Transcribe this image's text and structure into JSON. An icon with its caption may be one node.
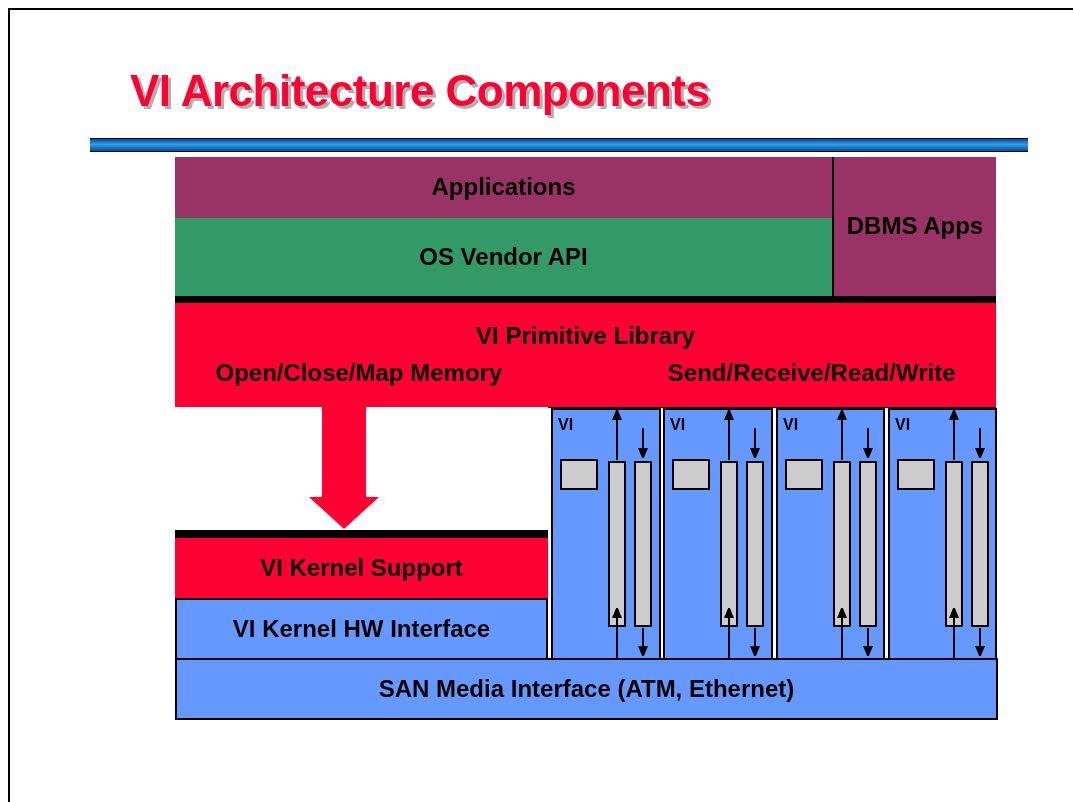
{
  "diagram": {
    "title": "VI Architecture Components",
    "nodes": [
      {
        "text": [],
        "shape": "bar"
      },
      {
        "text": [
          "Applications"
        ]
      },
      {
        "text": [
          "OS Vendor API"
        ]
      },
      {
        "text": [
          "DBMS Apps"
        ]
      },
      {
        "text": [
          "VI Primitive Library",
          "Open/Close/Map Memory",
          "Send/Receive/Read/Write"
        ]
      },
      {
        "text": [
          "VI Kernel Support"
        ]
      },
      {
        "text": [
          "VI Kernel HW Interface"
        ]
      },
      {
        "text": [
          "SAN Media Interface (ATM, Ethernet)"
        ]
      },
      {
        "text": [
          "VI"
        ]
      },
      {
        "text": [
          "VI"
        ]
      },
      {
        "text": [
          "VI"
        ]
      },
      {
        "text": [
          "VI"
        ]
      }
    ],
    "edges": [
      {
        "from": 4,
        "to": 5,
        "arrow": "to"
      }
    ]
  }
}
